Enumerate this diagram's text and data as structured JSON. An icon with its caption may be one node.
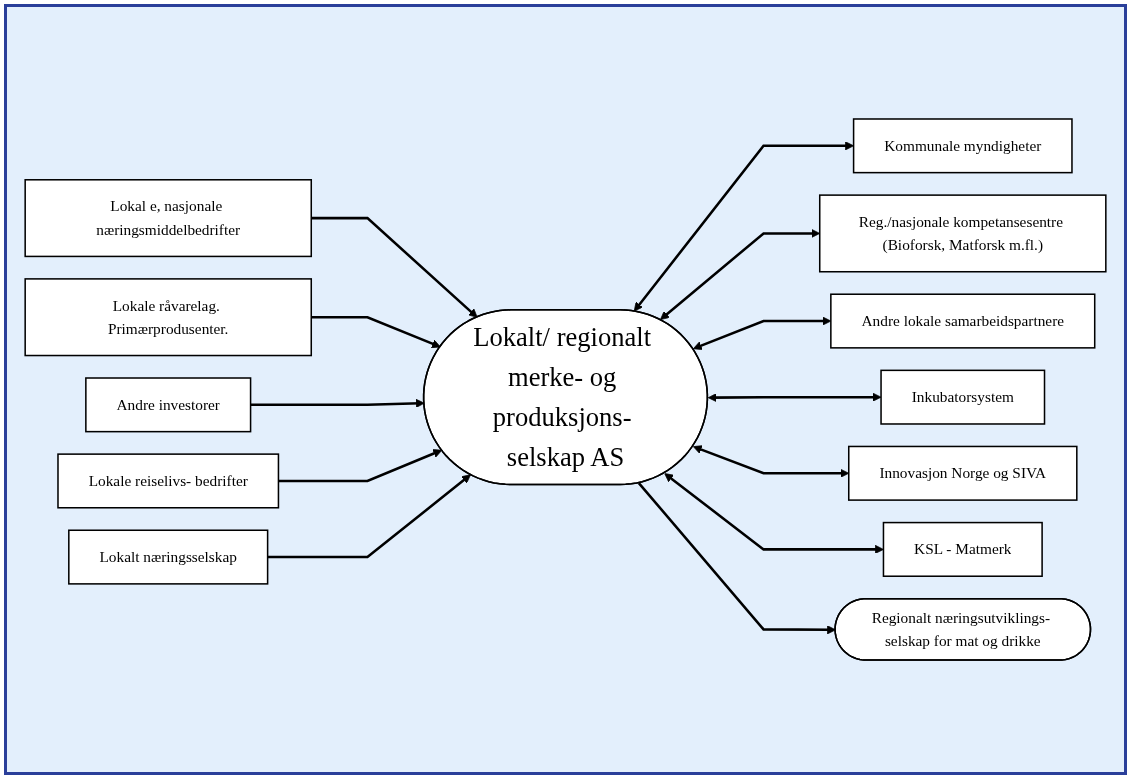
{
  "diagram": {
    "nodes": [
      {
        "text": [
          "Lokal e, nasjonale næringsmiddelbedrifter"
        ]
      },
      {
        "text": [
          "Lokale råvarelag. Primærprodusenter."
        ]
      },
      {
        "text": [
          "Andre investorer"
        ]
      },
      {
        "text": [
          "Lokale reiselivs- bedrifter"
        ]
      },
      {
        "text": [
          "Lokalt/ regionalt merke- og produksjons- selskap AS"
        ]
      },
      {
        "text": [
          "Kommunale myndigheter"
        ]
      },
      {
        "text": [
          "Reg./nasjonale kompetansesentre (Bioforsk, Matforsk m.fl.)"
        ]
      },
      {
        "text": [
          "Andre lokale samarbeidspartnere"
        ]
      },
      {
        "text": [
          "Inkubatorsystem"
        ]
      },
      {
        "text": [
          "Innovasjon Norge og SIVA"
        ]
      },
      {
        "text": [
          "KSL - Matmerk"
        ]
      },
      {
        "text": [
          "Regionalt næringsutviklings- selskap for mat og drikke"
        ]
      },
      {
        "text": [
          "Lokalt næringsselskap"
        ]
      }
    ],
    "edges": [
      {
        "from": 0,
        "to": 4,
        "arrow": "to"
      },
      {
        "from": 1,
        "to": 4,
        "arrow": "to"
      },
      {
        "from": 2,
        "to": 4,
        "arrow": "to"
      },
      {
        "from": 3,
        "to": 4,
        "arrow": "to"
      },
      {
        "from": 4,
        "to": 5,
        "arrow": "both"
      },
      {
        "from": 4,
        "to": 6,
        "arrow": "both"
      },
      {
        "from": 4,
        "to": 7,
        "arrow": "both"
      },
      {
        "from": 4,
        "to": 8,
        "arrow": "both"
      },
      {
        "from": 4,
        "to": 9,
        "arrow": "both"
      },
      {
        "from": 4,
        "to": 10,
        "arrow": "both"
      },
      {
        "from": 4,
        "to": 11,
        "arrow": "to"
      },
      {
        "from": 12,
        "to": 4,
        "arrow": "to"
      }
    ]
  }
}
